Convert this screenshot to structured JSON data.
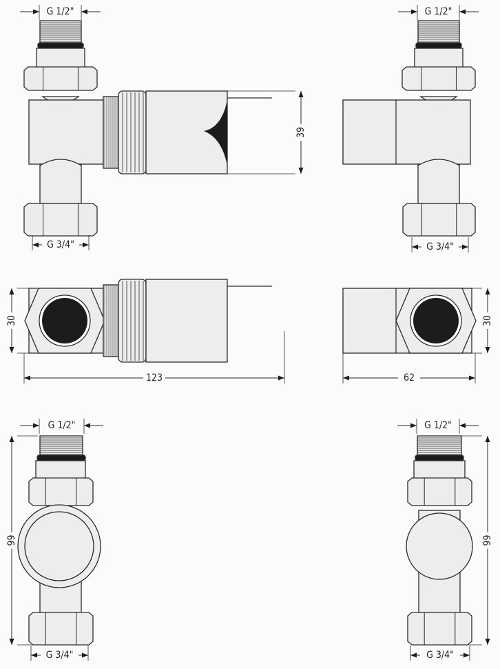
{
  "colors": {
    "fill": "#eceeee",
    "stroke": "#2a2a2a",
    "dark": "#1c1c1c",
    "background": "#fbfbfb"
  },
  "labels": {
    "thread_top": "G 1/2\"",
    "thread_bottom": "G 3/4\"",
    "head_height": "39",
    "body_height": "30",
    "total_length_angled": "123",
    "total_length_straight": "62",
    "total_height": "99"
  }
}
